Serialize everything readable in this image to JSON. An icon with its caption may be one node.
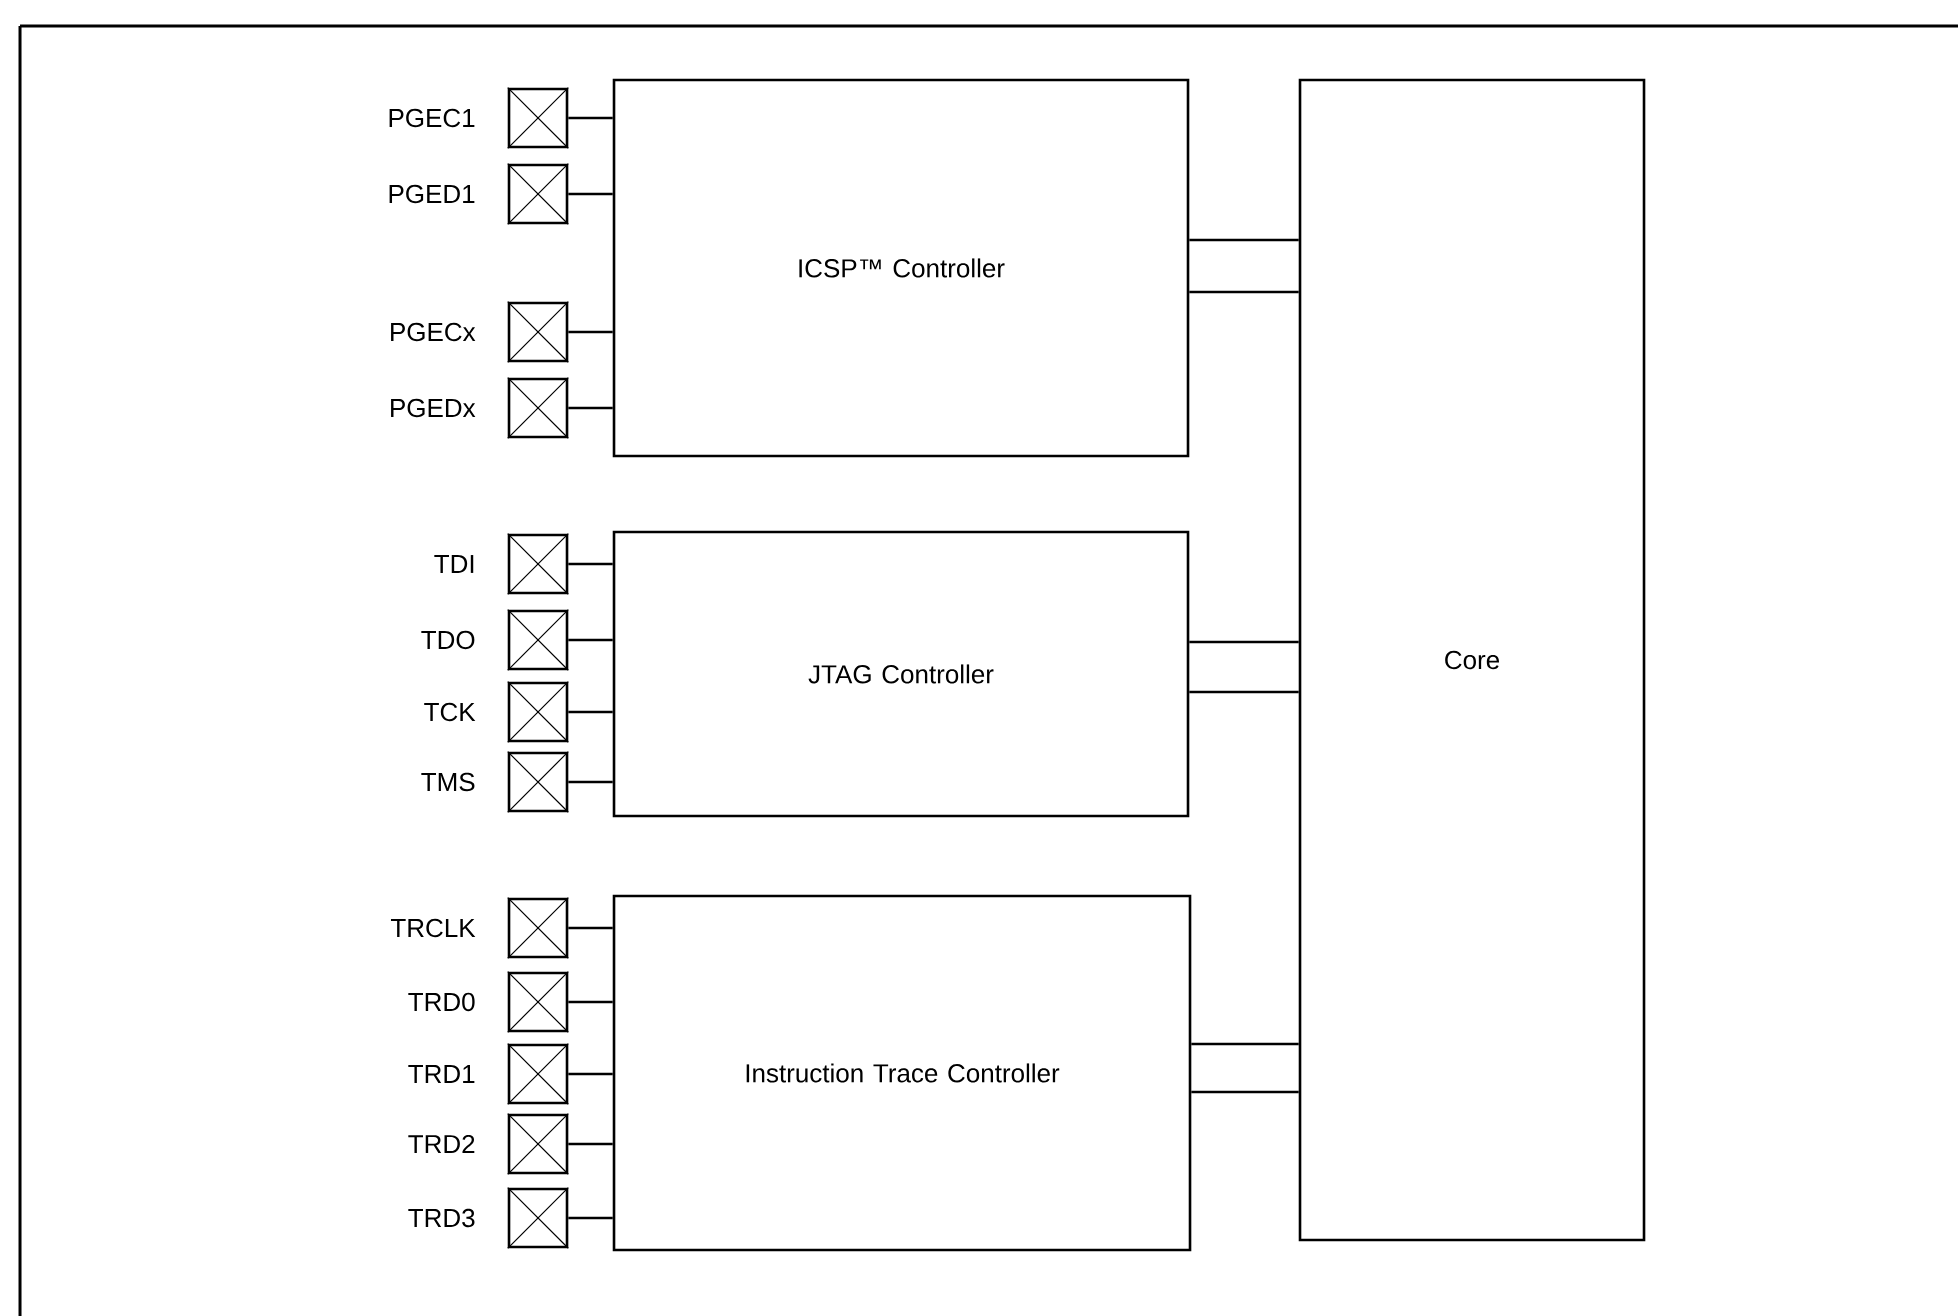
{
  "diagram": {
    "nodes": [
      {
        "text": [
          "ICSP™ Controller"
        ]
      },
      {
        "text": [
          "JTAG Controller"
        ]
      },
      {
        "text": [
          "Instruction Trace Controller"
        ]
      },
      {
        "text": [
          "Core"
        ]
      },
      {
        "text": [],
        "shape": "box",
        "beside": [
          "PGEC1"
        ]
      },
      {
        "text": [],
        "shape": "box",
        "beside": [
          "PGED1"
        ]
      },
      {
        "text": [],
        "shape": "box",
        "beside": [
          "PGECx"
        ]
      },
      {
        "text": [],
        "shape": "box",
        "beside": [
          "PGEDx"
        ]
      },
      {
        "text": [],
        "shape": "box",
        "beside": [
          "TDI"
        ]
      },
      {
        "text": [],
        "shape": "box",
        "beside": [
          "TDO"
        ]
      },
      {
        "text": [],
        "shape": "box",
        "beside": [
          "TCK"
        ]
      },
      {
        "text": [],
        "shape": "box",
        "beside": [
          "TMS"
        ]
      },
      {
        "text": [],
        "shape": "box",
        "beside": [
          "TRCLK"
        ]
      },
      {
        "text": [],
        "shape": "box",
        "beside": [
          "TRD0"
        ]
      },
      {
        "text": [],
        "shape": "box",
        "beside": [
          "TRD1"
        ]
      },
      {
        "text": [],
        "shape": "box",
        "beside": [
          "TRD2"
        ]
      },
      {
        "text": [],
        "shape": "box",
        "beside": [
          "TRD3"
        ]
      }
    ],
    "edges": [
      {
        "from": 4,
        "to": 0,
        "arrow": "none"
      },
      {
        "from": 5,
        "to": 0,
        "arrow": "none"
      },
      {
        "from": 6,
        "to": 0,
        "arrow": "none"
      },
      {
        "from": 7,
        "to": 0,
        "arrow": "none"
      },
      {
        "from": 8,
        "to": 1,
        "arrow": "none"
      },
      {
        "from": 9,
        "to": 1,
        "arrow": "none"
      },
      {
        "from": 10,
        "to": 1,
        "arrow": "none"
      },
      {
        "from": 11,
        "to": 1,
        "arrow": "none"
      },
      {
        "from": 12,
        "to": 2,
        "arrow": "none"
      },
      {
        "from": 13,
        "to": 2,
        "arrow": "none"
      },
      {
        "from": 14,
        "to": 2,
        "arrow": "none"
      },
      {
        "from": 15,
        "to": 2,
        "arrow": "none"
      },
      {
        "from": 16,
        "to": 2,
        "arrow": "none"
      },
      {
        "from": 0,
        "to": 3,
        "arrow": "none"
      },
      {
        "from": 0,
        "to": 3,
        "arrow": "none"
      },
      {
        "from": 1,
        "to": 3,
        "arrow": "none"
      },
      {
        "from": 1,
        "to": 3,
        "arrow": "none"
      },
      {
        "from": 2,
        "to": 3,
        "arrow": "none"
      },
      {
        "from": 2,
        "to": 3,
        "arrow": "none"
      }
    ]
  }
}
